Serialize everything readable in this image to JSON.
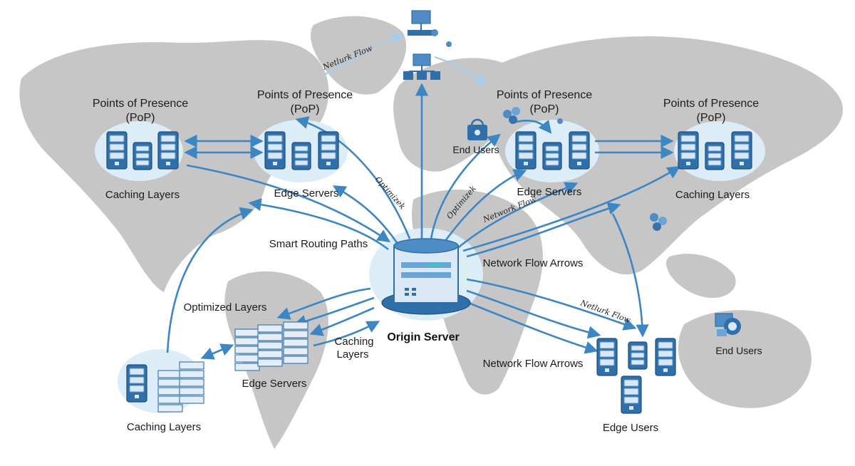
{
  "labels": {
    "pop_1": [
      "Points of Presence",
      "(PoP)"
    ],
    "pop_2": [
      "Points of Presence",
      "(PoP)"
    ],
    "pop_3": [
      "Points of Presence",
      "(PoP)"
    ],
    "pop_4": [
      "Points of Presence",
      "(PoP)"
    ],
    "caching_layers_left": "Caching Layers",
    "caching_layers_right": "Caching Layers",
    "caching_layers_bottom": "Caching Layers",
    "caching_layers_center": [
      "Caching",
      "Layers"
    ],
    "edge_servers_1": "Edge Servers",
    "edge_servers_2": "Edge Servers",
    "edge_servers_3": "Edge Servers",
    "edge_users": "Edge Users",
    "end_users_1": "End Users",
    "end_users_2": "End Users",
    "origin_server": "Origin Server",
    "smart_routing": "Smart Routing Paths",
    "network_flow_arrows_1": "Network Flow Arrows",
    "network_flow_arrows_2": "Network Flow Arrows",
    "optimized_layers": "Optimized Layers",
    "network_flow_top": "Netlurk Flow",
    "network_flow_mid": "Network Flow",
    "network_flow_right": "Netlurk Flow",
    "optimizek_1": "Optimizek",
    "optimizek_2": "Optimizek"
  },
  "colors": {
    "accent": "#3d86c4",
    "server_dark": "#2f6faa",
    "map_land": "#c6c6c6",
    "halo": "#dcedf8"
  }
}
